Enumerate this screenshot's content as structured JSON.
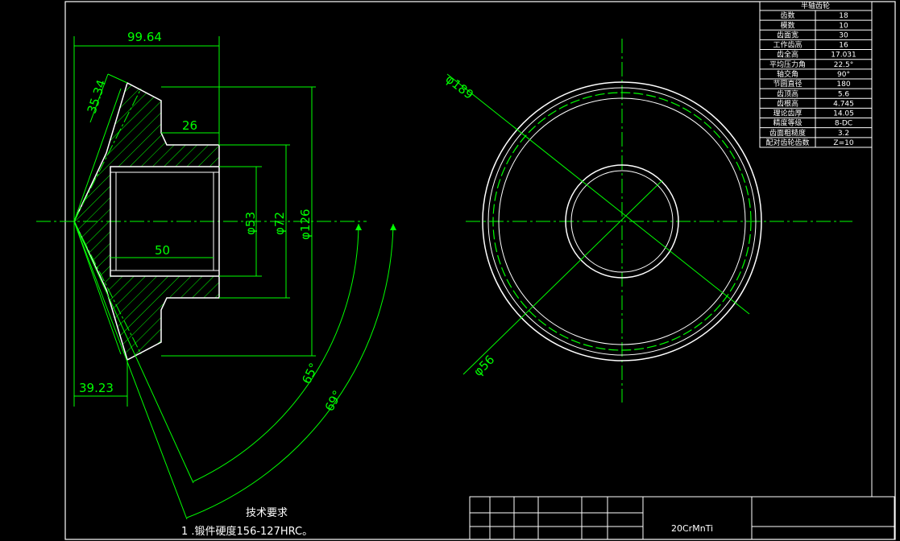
{
  "dimensions": {
    "top_width": "99.64",
    "slant": "35.34",
    "hub_width": "26",
    "bore_length": "50",
    "bottom_width": "39.23",
    "bore_dia": "φ53",
    "hub_dia": "φ72",
    "outer_dia": "φ126",
    "angle_a": "65°",
    "angle_b": "69°",
    "view_outer_dia": "φ189",
    "view_inner_dia": "φ56"
  },
  "params_table": {
    "title": "半轴齿轮",
    "rows": [
      {
        "label": "齿数",
        "value": "18"
      },
      {
        "label": "模数",
        "value": "10"
      },
      {
        "label": "齿面宽",
        "value": "30"
      },
      {
        "label": "工作齿高",
        "value": "16"
      },
      {
        "label": "齿全高",
        "value": "17.031"
      },
      {
        "label": "平均压力角",
        "value": "22.5°"
      },
      {
        "label": "轴交角",
        "value": "90°"
      },
      {
        "label": "节圆直径",
        "value": "180"
      },
      {
        "label": "齿顶高",
        "value": "5.6"
      },
      {
        "label": "齿根高",
        "value": "4.745"
      },
      {
        "label": "理论齿厚",
        "value": "14.05"
      },
      {
        "label": "精度等级",
        "value": "8-DC"
      },
      {
        "label": "齿面粗糙度",
        "value": "3.2"
      },
      {
        "label": "配对齿轮齿数",
        "value": "Z=10"
      }
    ]
  },
  "tech_requirements": {
    "title": "技术要求",
    "item1": "1 .锻件硬度156-127HRC。"
  },
  "title_block": {
    "material": "20CrMnTi"
  },
  "colors": {
    "background": "#000000",
    "geometry": "#ffffff",
    "dimension": "#00ff00"
  }
}
